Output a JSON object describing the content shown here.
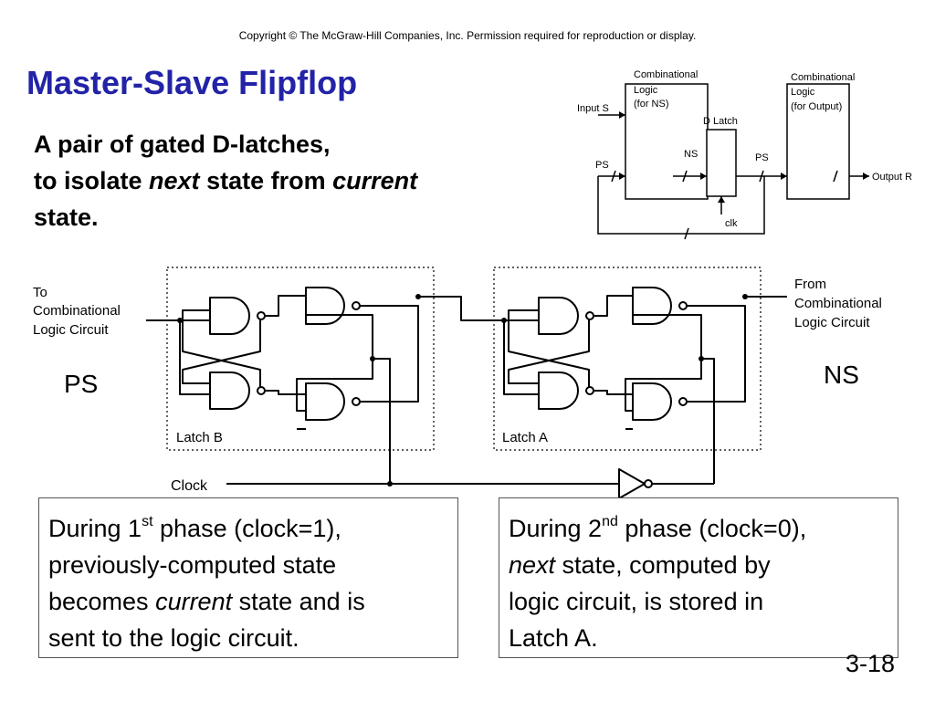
{
  "copyright": "Copyright © The McGraw-Hill Companies, Inc.  Permission required for reproduction or display.",
  "title": "Master-Slave Flipflop",
  "subtitle": {
    "line1": "A pair of gated D-latches,",
    "line2_a": "to isolate ",
    "line2_next": "next",
    "line2_b": " state from ",
    "line2_current": "current",
    "line3": "state."
  },
  "block_diagram": {
    "comb_logic_ns": [
      "Combinational",
      "Logic",
      "(for NS)"
    ],
    "comb_logic_out": [
      "Combinational",
      "Logic",
      "(for Output)"
    ],
    "d_latch": "D Latch",
    "input_s": "Input S",
    "ps_left": "PS",
    "ns": "NS",
    "ps_mid": "PS",
    "output_r": "Output R",
    "clk": "clk"
  },
  "circuit": {
    "to_label": [
      "To",
      "Combinational",
      "Logic Circuit"
    ],
    "from_label": [
      "From",
      "Combinational",
      "Logic Circuit"
    ],
    "ps": "PS",
    "ns": "NS",
    "latch_b": "Latch B",
    "latch_a": "Latch A",
    "clock": "Clock"
  },
  "phase1": {
    "a": "During 1",
    "sup": "st",
    "b": " phase (clock=1),",
    "line2": "previously-computed state",
    "line3_a": "becomes ",
    "line3_em": "current",
    "line3_b": " state and is",
    "line4": "sent to the logic circuit."
  },
  "phase2": {
    "a": "During 2",
    "sup": "nd",
    "b": " phase (clock=0),",
    "line2_em": "next",
    "line2_b": " state, computed by",
    "line3": "logic circuit, is stored in",
    "line4": "Latch A."
  },
  "slide_number": "3-18"
}
